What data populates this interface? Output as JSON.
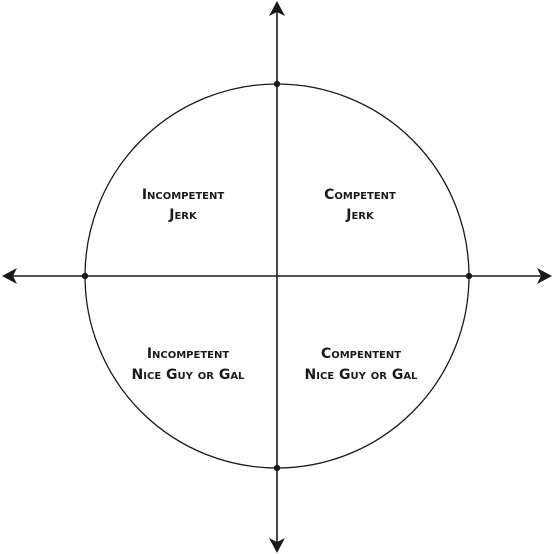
{
  "diagram": {
    "colors": {
      "stroke": "#1a1a1a",
      "background": "#ffffff"
    },
    "quadrants": {
      "top_left": {
        "line1": "Incompetent",
        "line2": "Jerk"
      },
      "top_right": {
        "line1": "Competent",
        "line2": "Jerk"
      },
      "bottom_left": {
        "line1": "Incompetent",
        "line2": "Nice Guy or Gal"
      },
      "bottom_right": {
        "line1": "Compentent",
        "line2": "Nice Guy or Gal"
      }
    }
  }
}
